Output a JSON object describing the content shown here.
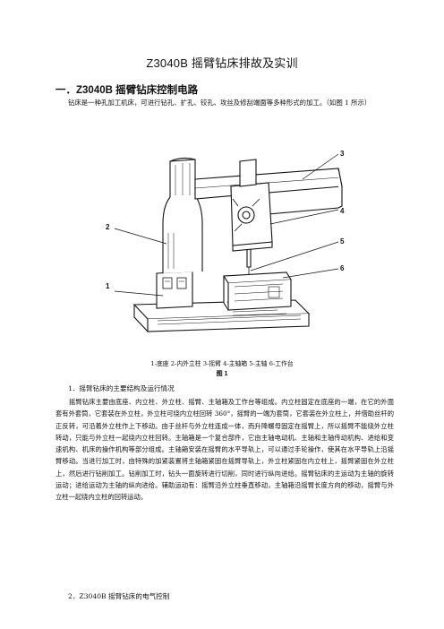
{
  "doc": {
    "title": "Z3040B 摇臂钻床排故及实训",
    "section1_heading": "一．Z3040B 摇臂钻床控制电路",
    "intro": "钻床是一种孔加工机床，可进行钻孔、扩孔、铰孔、攻丝及修刮端面等多种形式的加工。（如图 1 所示）",
    "figure_labels": [
      "1",
      "2",
      "3",
      "4",
      "5",
      "6"
    ],
    "caption": "1-底座  2-内外立柱  3-摇臂  4-主轴箱  5-主轴  6-工作台",
    "figure_number": "图 1",
    "sub1_heading": "1．摇臂钻床的主要结构及运行情况",
    "body": "摇臂钻床主要由底座、内立柱、外立柱、摇臂、主轴箱及工作台等组成。内立柱固定在底座的一端，在它的外面套有外套筒，它套装在外立柱，外立柱可绕内立柱回转 360°，摇臂的一端为套筒，它套装在外立柱上，并借助丝杆的正反转，可沿着外立柱作上下移动。由于丝杆与外立柱连成一体，而升降螺母固定在摇臂上，所以摇臂不能绕外立柱转动，只能与外立柱一起绕内立柱回转。主轴箱是一个复合部件，它由主轴电动机、主轴和主轴传动机构、进给和变速机构、机床的操作机构等部分组成。主轴箱安装在摇臂的水平导轨上，可以通过手轮操作，使其在水平导轨上沿摇臂移动。当进行加工时，由特殊的加紧装置将主轴箱紧固在摇臂导轨上，外立柱紧固在内立柱上，摇臂紧固在外立柱上，然后进行钻削加工。钻削加工时，钻头一面旋转进行切削，同时进行纵向进给。摇臂钻床的主运动为主轴的旋转运动；进给运动为主轴的纵向进给。辅助运动有：摇臂沿外立柱垂直移动，主轴箱沿摇臂长度方向的移动，摇臂与外立柱一起绕内立柱的回转运动。",
    "sub2_heading": "2．Z3040B 摇臂钻床的电气控制"
  }
}
